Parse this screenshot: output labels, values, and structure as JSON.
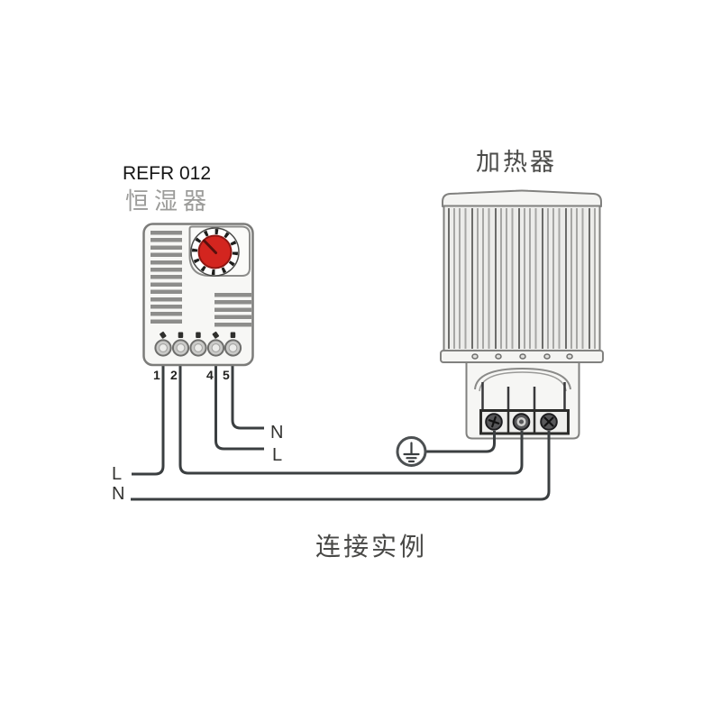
{
  "caption": "连接实例",
  "hygrostat": {
    "model": "REFR 012",
    "label": "恒湿器",
    "terminal_numbers": [
      "1",
      "2",
      "4",
      "5"
    ],
    "aux_wire_labels": {
      "n": "N",
      "l": "L"
    },
    "supply_wire_labels": {
      "l": "L",
      "n": "N"
    }
  },
  "heater": {
    "label": "加热器"
  },
  "icons": {
    "ground": "protective-earth-icon",
    "dial": "humidity-dial-knob"
  },
  "colors": {
    "dial_red": "#d3251f",
    "wire": "#3b3f41",
    "outline": "#81817f",
    "terminal_block": "#2c2c2a"
  }
}
